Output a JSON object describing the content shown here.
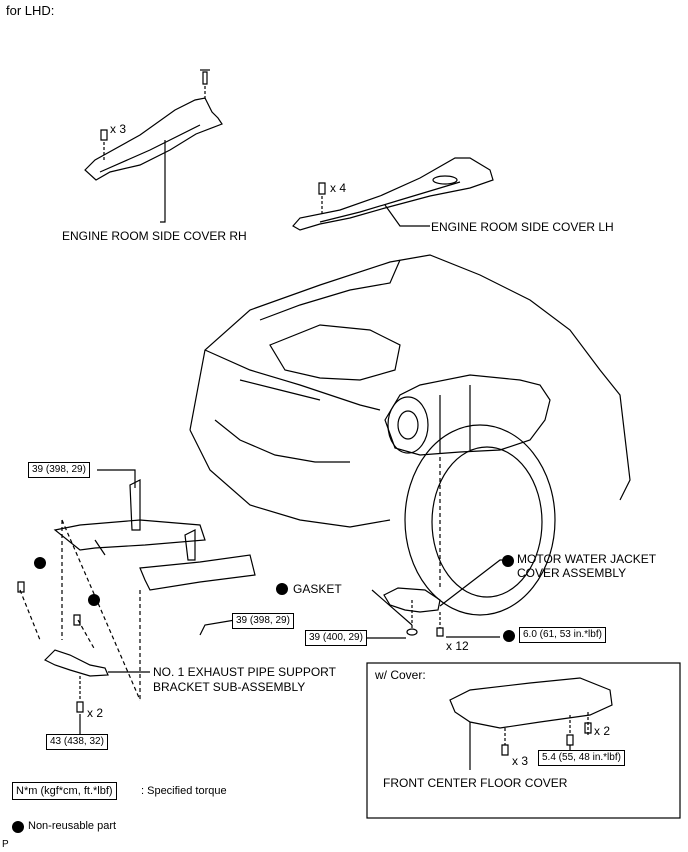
{
  "header": "for LHD:",
  "footer_letter": "P",
  "labels": {
    "cover_rh": "ENGINE ROOM SIDE COVER RH",
    "cover_lh": "ENGINE ROOM SIDE COVER LH",
    "qty_x3_rh": "x 3",
    "qty_x4_lh": "x 4",
    "motor_cover_l1": "MOTOR WATER JACKET",
    "motor_cover_l2": "COVER ASSEMBLY",
    "gasket": "GASKET",
    "qty_x12": "x 12",
    "bracket_l1": "NO. 1 EXHAUST PIPE SUPPORT",
    "bracket_l2": "BRACKET SUB-ASSEMBLY",
    "qty_x2_bracket": "x 2",
    "w_cover": "w/ Cover:",
    "qty_x3_floor": "x 3",
    "qty_x2_floor": "x 2",
    "floor_cover": "FRONT CENTER FLOOR COVER"
  },
  "torques": {
    "sensor_upper": "39 (398, 29)",
    "sensor_lower": "39 (398, 29)",
    "gasket_nut": "39 (400, 29)",
    "motor_bolts": "6.0 (61, 53 in.*lbf)",
    "bracket_bolts": "43 (438, 32)",
    "floor_bolts": "5.4 (55, 48 in.*lbf)"
  },
  "legend": {
    "torque_key": "N*m (kgf*cm, ft.*lbf)",
    "torque_desc": ": Specified torque",
    "nonreusable": "Non-reusable part"
  }
}
